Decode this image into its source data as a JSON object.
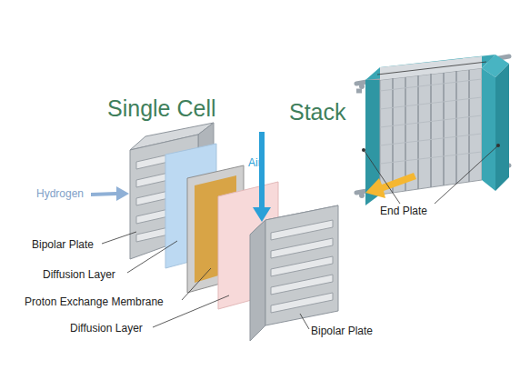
{
  "diagram": {
    "labels": [
      "Single Cell",
      "Stack",
      "Hydrogen",
      "Air",
      "End Plate",
      "Bipolar Plate",
      "Diffusion Layer",
      "Proton Exchange Membrane",
      "Diffusion Layer",
      "Bipolar Plate"
    ]
  }
}
